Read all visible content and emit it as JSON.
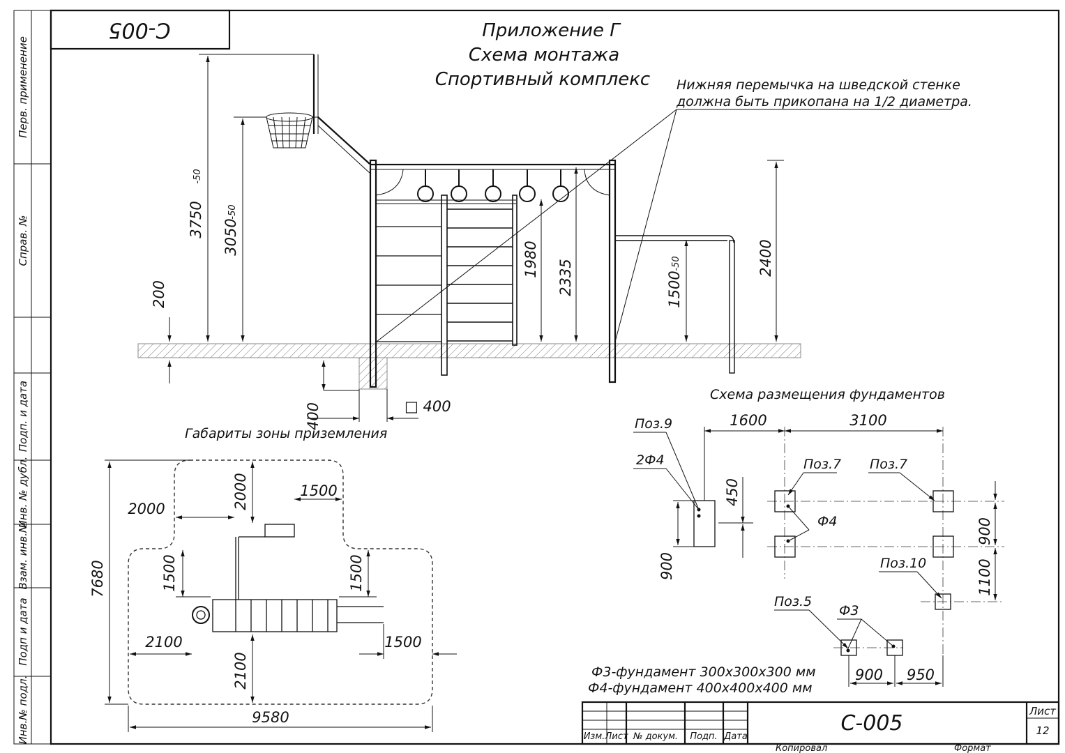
{
  "doc_code": "С-005",
  "doc_code_upside": "С-005",
  "title": [
    "Приложение Г",
    "Схема монтажа",
    "Спортивный комплекс"
  ],
  "note": [
    "Нижняя перемычка на шведской стенке",
    "должна быть прикопана на 1/2 диаметра."
  ],
  "margin_labels": [
    "Перв. применение",
    "Справ. №",
    "Подп. и дата",
    "Инв. № дубл.",
    "Взам. инв.№",
    "Подп и дата",
    "Инв.№ подл."
  ],
  "elevation_dims": {
    "d3750": "3750",
    "d3750_tol": "-50",
    "d3050": "3050",
    "d3050_tol": "-50",
    "d200": "200",
    "d1980": "1980",
    "d2335": "2335",
    "d1500": "1500",
    "d1500_tol": "-50",
    "d2400": "2400",
    "d400": "400",
    "sq400": "□ 400"
  },
  "landing": {
    "title": "Габариты зоны приземления",
    "dims": {
      "top": "2000",
      "left_top": "2000",
      "right_top": "1500",
      "left_mid": "1500",
      "right_mid": "1500",
      "height": "7680",
      "left_bottom": "2100",
      "bottom": "2100",
      "right_bottom": "1500",
      "width": "9580"
    }
  },
  "foundations": {
    "title": "Схема размещения фундаментов",
    "dims": {
      "a": "1600",
      "b": "3100",
      "c": "450",
      "d": "900",
      "e": "900",
      "f": "1100",
      "g": "900",
      "h": "950"
    },
    "labels": {
      "poz9": "Поз.9",
      "f2": "2Ф4",
      "poz7a": "Поз.7",
      "poz7b": "Поз.7",
      "f4": "Ф4",
      "poz10": "Поз.10",
      "poz5": "Поз.5",
      "f3": "Ф3"
    }
  },
  "legend": [
    "Ф3-фундамент 300х300х300 мм",
    "Ф4-фундамент 400х400х400 мм"
  ],
  "stamp": {
    "headers": [
      "Изм.",
      "Лист",
      "№ докум.",
      "Подп.",
      "Дата"
    ],
    "code": "С-005",
    "sheet_label": "Лист",
    "sheet_no": "12",
    "copied": "Копировал",
    "format": "Формат"
  }
}
